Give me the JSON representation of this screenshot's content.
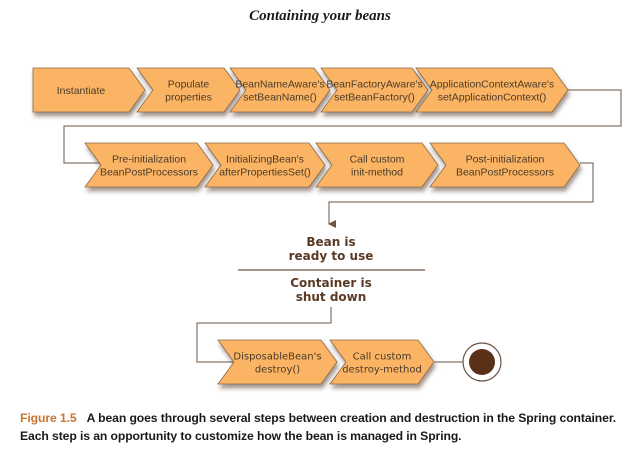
{
  "title": "Containing your beans",
  "colors": {
    "step_fill": "#fbb463",
    "step_stroke": "#8a6a4a",
    "connector": "#6b5444",
    "state_text": "#5a3a24",
    "end_node": "#5a3018",
    "figure_label": "#c8752e"
  },
  "rows": [
    {
      "steps": [
        {
          "lines": [
            "Instantiate"
          ]
        },
        {
          "lines": [
            "Populate",
            "properties"
          ]
        },
        {
          "lines": [
            "BeanNameAware's",
            "setBeanName()"
          ]
        },
        {
          "lines": [
            "BeanFactoryAware's",
            "setBeanFactory()"
          ]
        },
        {
          "lines": [
            "ApplicationContextAware's",
            "setApplicationContext()"
          ]
        }
      ]
    },
    {
      "steps": [
        {
          "lines": [
            "Pre-initialization",
            "BeanPostProcessors"
          ]
        },
        {
          "lines": [
            "InitializingBean's",
            "afterPropertiesSet()"
          ]
        },
        {
          "lines": [
            "Call custom",
            "init-method"
          ]
        },
        {
          "lines": [
            "Post-initialization",
            "BeanPostProcessors"
          ]
        }
      ]
    },
    {
      "steps": [
        {
          "lines": [
            "DisposableBean's",
            "destroy()"
          ]
        },
        {
          "lines": [
            "Call custom",
            "destroy-method"
          ]
        }
      ]
    }
  ],
  "states": {
    "ready": [
      "Bean is",
      "ready to use"
    ],
    "shutdown": [
      "Container is",
      "shut down"
    ]
  },
  "end_node": "final-state",
  "caption": {
    "figure": "Figure 1.5",
    "text": "A bean goes through several steps between creation and destruction in the Spring container. Each step is an opportunity to customize how the bean is managed in Spring."
  }
}
